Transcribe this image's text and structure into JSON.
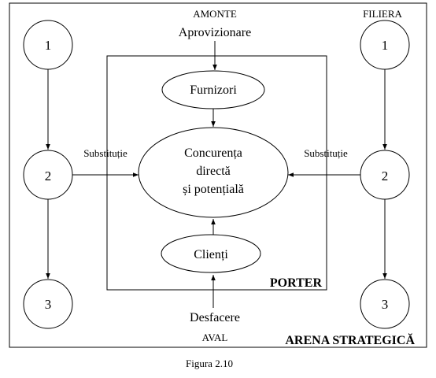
{
  "labels": {
    "amonte": "AMONTE",
    "filiera": "FILIERA",
    "aprovizionare": "Aprovizionare",
    "furnizori": "Furnizori",
    "concurenta_line1": "Concurența",
    "concurenta_line2": "directă",
    "concurenta_line3": "și potențială",
    "clienti": "Clienți",
    "porter": "PORTER",
    "substitutie_left": "Substituție",
    "substitutie_right": "Substituție",
    "desfacere": "Desfacere",
    "aval": "AVAL",
    "arena": "ARENA STRATEGICĂ",
    "caption": "Figura 2.10"
  },
  "circles": {
    "left": [
      "1",
      "2",
      "3"
    ],
    "right": [
      "1",
      "2",
      "3"
    ]
  }
}
